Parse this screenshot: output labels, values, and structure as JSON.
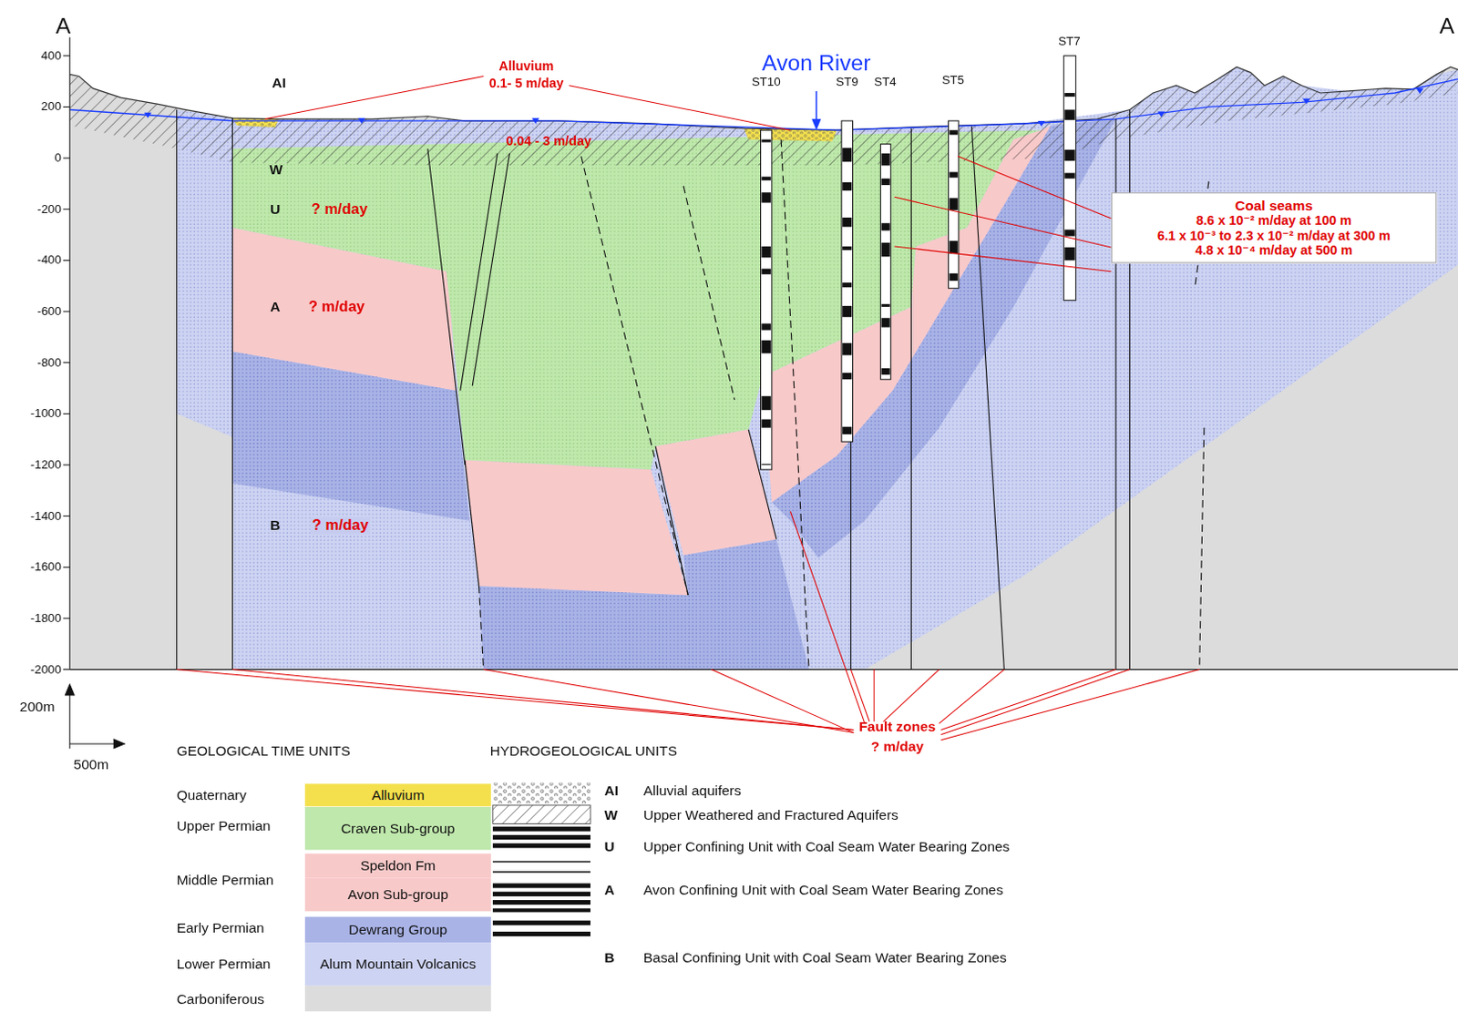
{
  "diagram": {
    "nodes": [
      {
        "text": [
          "Coal seams",
          "8.6 x 10⁻² m/day at 100 m",
          "6.1 x 10⁻³ to 2.3 x 10⁻² m/day at 300 m",
          "4.8 x 10⁻⁴ m/day at 500 m"
        ]
      }
    ],
    "labels": [
      "A",
      "A",
      "400",
      "200",
      "0",
      "-200",
      "-400",
      "-600",
      "-800",
      "-1000",
      "-1200",
      "-1400",
      "-1600",
      "-1800",
      "-2000",
      "AI",
      "W",
      "U",
      "? m/day",
      "A",
      "? m/day",
      "B",
      "? m/day",
      "Alluvium",
      "0.1- 5 m/day",
      "0.04 - 3 m/day",
      "Avon River",
      "ST10",
      "ST9",
      "ST4",
      "ST5",
      "ST7",
      "Fault zones",
      "? m/day",
      "200m",
      "500m",
      "GEOLOGICAL TIME UNITS",
      "HYDROGEOLOGICAL UNITS",
      "Quaternary",
      "Upper Permian",
      "Middle Permian",
      "Early Permian",
      "Lower Permian",
      "Carboniferous",
      "AI",
      "W",
      "U",
      "A",
      "B"
    ],
    "legend": [
      {
        "text": "Alluvium",
        "color": "#f4e04d"
      },
      {
        "text": "Craven Sub-group",
        "color": "#bfe8ac"
      },
      {
        "text": "Speldon Fm",
        "color": "#f8c9c9"
      },
      {
        "text": "Avon Sub-group",
        "color": "#f8c9c9"
      },
      {
        "text": "Dewrang Group",
        "color": "#a9b3e6"
      },
      {
        "text": "Alum Mountain Volcanics",
        "color": "#cdd3f2"
      },
      {
        "text": "Alluvial aquifers"
      },
      {
        "text": "Upper Weathered and Fractured Aquifers"
      },
      {
        "text": "Upper Confining Unit with Coal Seam Water Bearing Zones"
      },
      {
        "text": "Avon Confining Unit with Coal Seam Water Bearing Zones"
      },
      {
        "text": "Basal Confining Unit with Coal Seam Water Bearing Zones"
      }
    ]
  }
}
